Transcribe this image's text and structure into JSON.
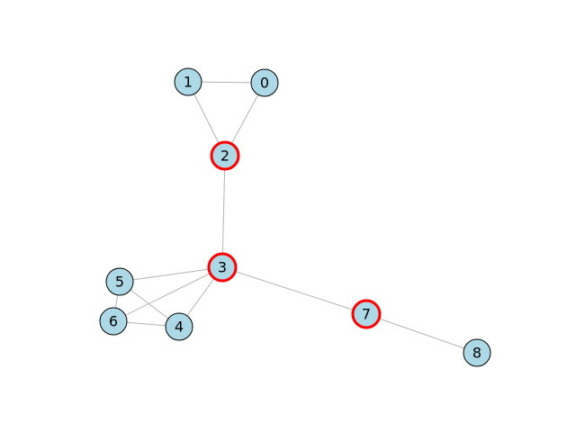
{
  "graph": {
    "nodes": [
      {
        "id": "0",
        "label": "0",
        "highlighted": false
      },
      {
        "id": "1",
        "label": "1",
        "highlighted": false
      },
      {
        "id": "2",
        "label": "2",
        "highlighted": true
      },
      {
        "id": "3",
        "label": "3",
        "highlighted": true
      },
      {
        "id": "4",
        "label": "4",
        "highlighted": false
      },
      {
        "id": "5",
        "label": "5",
        "highlighted": false
      },
      {
        "id": "6",
        "label": "6",
        "highlighted": false
      },
      {
        "id": "7",
        "label": "7",
        "highlighted": true
      },
      {
        "id": "8",
        "label": "8",
        "highlighted": false
      }
    ],
    "edges": [
      [
        "0",
        "1"
      ],
      [
        "0",
        "2"
      ],
      [
        "1",
        "2"
      ],
      [
        "2",
        "3"
      ],
      [
        "3",
        "4"
      ],
      [
        "3",
        "5"
      ],
      [
        "3",
        "6"
      ],
      [
        "3",
        "7"
      ],
      [
        "4",
        "5"
      ],
      [
        "4",
        "6"
      ],
      [
        "5",
        "6"
      ],
      [
        "7",
        "8"
      ]
    ]
  },
  "colors": {
    "node_fill": "#add8e6",
    "node_border": "#000000",
    "highlight_border": "#ff0000",
    "edge": "#b3b3b3"
  }
}
